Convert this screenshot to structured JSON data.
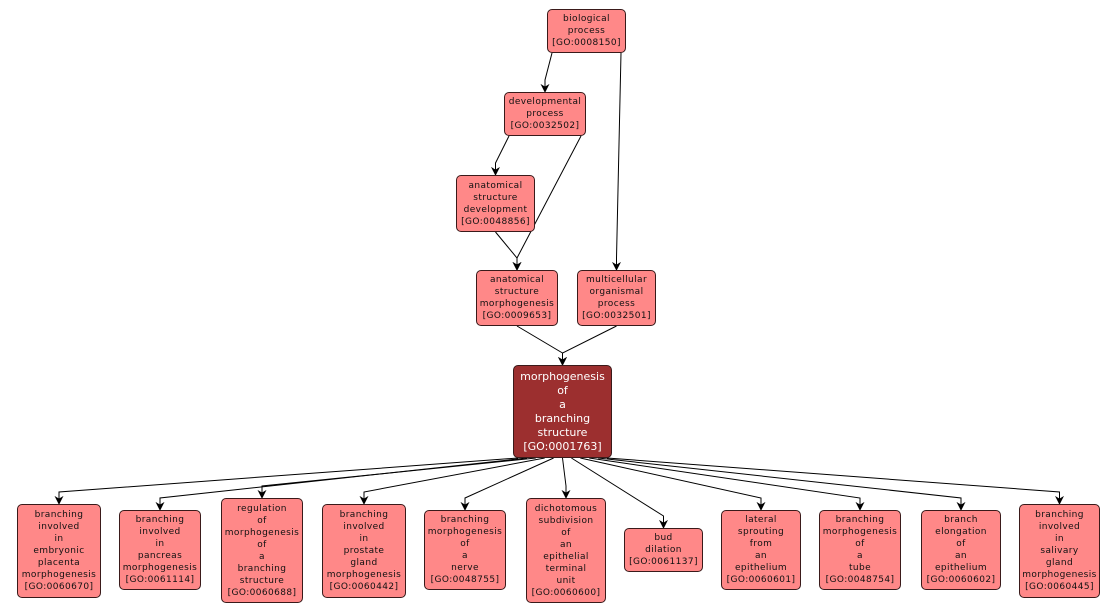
{
  "diagram": {
    "title": "GO term ancestry and children of morphogenesis of a branching structure",
    "colors": {
      "node_fill": "#ff8888",
      "focus_fill": "#9c2f2f",
      "edge": "#000000",
      "border": "#3a1a1a"
    },
    "nodes": [
      {
        "id": "GO:0008150",
        "lines": [
          "biological",
          "process",
          "[GO:0008150]"
        ],
        "focus": false
      },
      {
        "id": "GO:0032502",
        "lines": [
          "developmental",
          "process",
          "[GO:0032502]"
        ],
        "focus": false
      },
      {
        "id": "GO:0048856",
        "lines": [
          "anatomical",
          "structure",
          "development",
          "[GO:0048856]"
        ],
        "focus": false
      },
      {
        "id": "GO:0009653",
        "lines": [
          "anatomical",
          "structure",
          "morphogenesis",
          "[GO:0009653]"
        ],
        "focus": false
      },
      {
        "id": "GO:0032501",
        "lines": [
          "multicellular",
          "organismal",
          "process",
          "[GO:0032501]"
        ],
        "focus": false
      },
      {
        "id": "GO:0001763",
        "lines": [
          "morphogenesis",
          "of",
          "a",
          "branching",
          "structure",
          "[GO:0001763]"
        ],
        "focus": true
      },
      {
        "id": "GO:0060670",
        "lines": [
          "branching",
          "involved",
          "in",
          "embryonic",
          "placenta",
          "morphogenesis",
          "[GO:0060670]"
        ],
        "focus": false
      },
      {
        "id": "GO:0061114",
        "lines": [
          "branching",
          "involved",
          "in",
          "pancreas",
          "morphogenesis",
          "[GO:0061114]"
        ],
        "focus": false
      },
      {
        "id": "GO:0060688",
        "lines": [
          "regulation",
          "of",
          "morphogenesis",
          "of",
          "a",
          "branching",
          "structure",
          "[GO:0060688]"
        ],
        "focus": false
      },
      {
        "id": "GO:0060442",
        "lines": [
          "branching",
          "involved",
          "in",
          "prostate",
          "gland",
          "morphogenesis",
          "[GO:0060442]"
        ],
        "focus": false
      },
      {
        "id": "GO:0048755",
        "lines": [
          "branching",
          "morphogenesis",
          "of",
          "a",
          "nerve",
          "[GO:0048755]"
        ],
        "focus": false
      },
      {
        "id": "GO:0060600",
        "lines": [
          "dichotomous",
          "subdivision",
          "of",
          "an",
          "epithelial",
          "terminal",
          "unit",
          "[GO:0060600]"
        ],
        "focus": false
      },
      {
        "id": "GO:0061137",
        "lines": [
          "bud",
          "dilation",
          "[GO:0061137]"
        ],
        "focus": false
      },
      {
        "id": "GO:0060601",
        "lines": [
          "lateral",
          "sprouting",
          "from",
          "an",
          "epithelium",
          "[GO:0060601]"
        ],
        "focus": false
      },
      {
        "id": "GO:0048754",
        "lines": [
          "branching",
          "morphogenesis",
          "of",
          "a",
          "tube",
          "[GO:0048754]"
        ],
        "focus": false
      },
      {
        "id": "GO:0060602",
        "lines": [
          "branch",
          "elongation",
          "of",
          "an",
          "epithelium",
          "[GO:0060602]"
        ],
        "focus": false
      },
      {
        "id": "GO:0060445",
        "lines": [
          "branching",
          "involved",
          "in",
          "salivary",
          "gland",
          "morphogenesis",
          "[GO:0060445]"
        ],
        "focus": false
      }
    ],
    "edges": [
      [
        "GO:0008150",
        "GO:0032502"
      ],
      [
        "GO:0008150",
        "GO:0032501"
      ],
      [
        "GO:0032502",
        "GO:0048856"
      ],
      [
        "GO:0032502",
        "GO:0009653"
      ],
      [
        "GO:0048856",
        "GO:0009653"
      ],
      [
        "GO:0009653",
        "GO:0001763"
      ],
      [
        "GO:0032501",
        "GO:0001763"
      ],
      [
        "GO:0001763",
        "GO:0060670"
      ],
      [
        "GO:0001763",
        "GO:0061114"
      ],
      [
        "GO:0001763",
        "GO:0060688"
      ],
      [
        "GO:0001763",
        "GO:0060442"
      ],
      [
        "GO:0001763",
        "GO:0048755"
      ],
      [
        "GO:0001763",
        "GO:0060600"
      ],
      [
        "GO:0001763",
        "GO:0061137"
      ],
      [
        "GO:0001763",
        "GO:0060601"
      ],
      [
        "GO:0001763",
        "GO:0048754"
      ],
      [
        "GO:0001763",
        "GO:0060602"
      ],
      [
        "GO:0001763",
        "GO:0060445"
      ]
    ]
  }
}
